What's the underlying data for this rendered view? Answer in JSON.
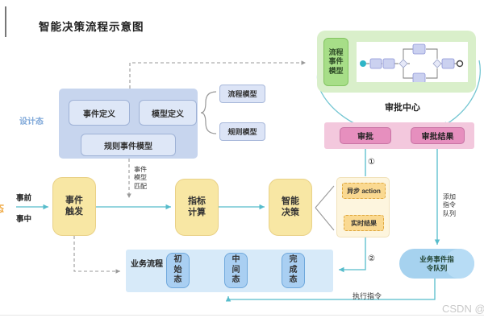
{
  "title": "智能决策流程示意图",
  "watermark": "CSDN @",
  "colors": {
    "connector_teal": "#56BCCB",
    "design_fill": "#C7D5EE",
    "green_fill": "#D9EFCA",
    "pink_fill": "#F3C8DD",
    "yellow_fill": "#F8E7A4",
    "blue_fill": "#D7EAF9"
  },
  "design": {
    "stage_label": "设计态",
    "event_def": "事件定义",
    "model_def": "模型定义",
    "rule_event_model": "规则事件模型",
    "process_model": "流程模型",
    "rule_model": "规则模型"
  },
  "top": {
    "process_event_model": "流程事件模型",
    "approval_center": "审批中心",
    "approve": "审批",
    "approve_result": "审批结果"
  },
  "flow": {
    "runtime_stage_partial": "态",
    "pre_event": "事前",
    "mid_event": "事中",
    "event_trigger": "事件触发",
    "metric_calc": "指标计算",
    "smart_decision": "智能决策",
    "event_model_match": "事件模型匹配",
    "async_action": "异步 action",
    "realtime_result": "实时结果",
    "step1": "①",
    "step2": "②"
  },
  "business": {
    "label": "业务流程",
    "states": [
      "初始态",
      "中间态",
      "完成态"
    ],
    "queue": "业务事件指令队列",
    "enqueue": "添加指令队列",
    "execute": "执行指令"
  }
}
